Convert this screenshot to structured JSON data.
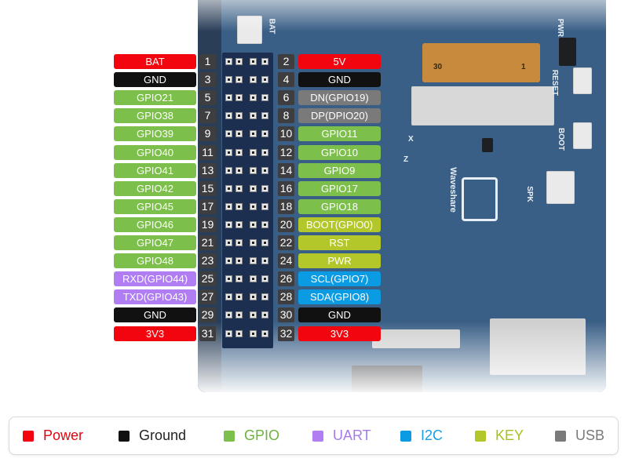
{
  "pins": [
    {
      "n": "1",
      "label": "BAT",
      "color": "#f2050f",
      "side": "left"
    },
    {
      "n": "2",
      "label": "5V",
      "color": "#f2050f",
      "side": "right"
    },
    {
      "n": "3",
      "label": "GND",
      "color": "#111111",
      "side": "left"
    },
    {
      "n": "4",
      "label": "GND",
      "color": "#111111",
      "side": "right"
    },
    {
      "n": "5",
      "label": "GPIO21",
      "color": "#7cbf4a",
      "side": "left"
    },
    {
      "n": "6",
      "label": "DN(GPIO19)",
      "color": "#7a7a7a",
      "side": "right"
    },
    {
      "n": "7",
      "label": "GPIO38",
      "color": "#7cbf4a",
      "side": "left"
    },
    {
      "n": "8",
      "label": "DP(DPIO20)",
      "color": "#7a7a7a",
      "side": "right"
    },
    {
      "n": "9",
      "label": "GPIO39",
      "color": "#7cbf4a",
      "side": "left"
    },
    {
      "n": "10",
      "label": "GPIO11",
      "color": "#7cbf4a",
      "side": "right"
    },
    {
      "n": "11",
      "label": "GPIO40",
      "color": "#7cbf4a",
      "side": "left"
    },
    {
      "n": "12",
      "label": "GPIO10",
      "color": "#7cbf4a",
      "side": "right"
    },
    {
      "n": "13",
      "label": "GPIO41",
      "color": "#7cbf4a",
      "side": "left"
    },
    {
      "n": "14",
      "label": "GPIO9",
      "color": "#7cbf4a",
      "side": "right"
    },
    {
      "n": "15",
      "label": "GPIO42",
      "color": "#7cbf4a",
      "side": "left"
    },
    {
      "n": "16",
      "label": "GPIO17",
      "color": "#7cbf4a",
      "side": "right"
    },
    {
      "n": "17",
      "label": "GPIO45",
      "color": "#7cbf4a",
      "side": "left"
    },
    {
      "n": "18",
      "label": "GPIO18",
      "color": "#7cbf4a",
      "side": "right"
    },
    {
      "n": "19",
      "label": "GPIO46",
      "color": "#7cbf4a",
      "side": "left"
    },
    {
      "n": "20",
      "label": "BOOT(GPIO0)",
      "color": "#b3c72b",
      "side": "right"
    },
    {
      "n": "21",
      "label": "GPIO47",
      "color": "#7cbf4a",
      "side": "left"
    },
    {
      "n": "22",
      "label": "RST",
      "color": "#b3c72b",
      "side": "right"
    },
    {
      "n": "23",
      "label": "GPIO48",
      "color": "#7cbf4a",
      "side": "left"
    },
    {
      "n": "24",
      "label": "PWR",
      "color": "#b3c72b",
      "side": "right"
    },
    {
      "n": "25",
      "label": "RXD(GPIO44)",
      "color": "#b07ef2",
      "side": "left"
    },
    {
      "n": "26",
      "label": "SCL(GPIO7)",
      "color": "#0b9be3",
      "side": "right"
    },
    {
      "n": "27",
      "label": "TXD(GPIO43)",
      "color": "#b07ef2",
      "side": "left"
    },
    {
      "n": "28",
      "label": "SDA(GPIO8)",
      "color": "#0b9be3",
      "side": "right"
    },
    {
      "n": "29",
      "label": "GND",
      "color": "#111111",
      "side": "left"
    },
    {
      "n": "30",
      "label": "GND",
      "color": "#111111",
      "side": "right"
    },
    {
      "n": "31",
      "label": "3V3",
      "color": "#f2050f",
      "side": "left"
    },
    {
      "n": "32",
      "label": "3V3",
      "color": "#f2050f",
      "side": "right"
    }
  ],
  "legend": [
    {
      "label": "Power",
      "swatch": "#f2050f",
      "text_color": "#e0060f"
    },
    {
      "label": "Ground",
      "swatch": "#111111",
      "text_color": "#222222"
    },
    {
      "label": "GPIO",
      "swatch": "#7cbf4a",
      "text_color": "#6db33f"
    },
    {
      "label": "UART",
      "swatch": "#b07ef2",
      "text_color": "#a77ae8"
    },
    {
      "label": "I2C",
      "swatch": "#0b9be3",
      "text_color": "#1aa0e0"
    },
    {
      "label": "KEY",
      "swatch": "#b3c72b",
      "text_color": "#a8bf22"
    },
    {
      "label": "USB",
      "swatch": "#7a7a7a",
      "text_color": "#7a7a7a"
    }
  ],
  "board_silkscreen": {
    "bat": "BAT",
    "pwr": "PWR",
    "reset": "RESET",
    "boot": "BOOT",
    "spk": "SPK",
    "brand": "Waveshare",
    "fpc_30": "30",
    "fpc_1": "1",
    "axis_x": "X",
    "axis_z": "Z"
  }
}
